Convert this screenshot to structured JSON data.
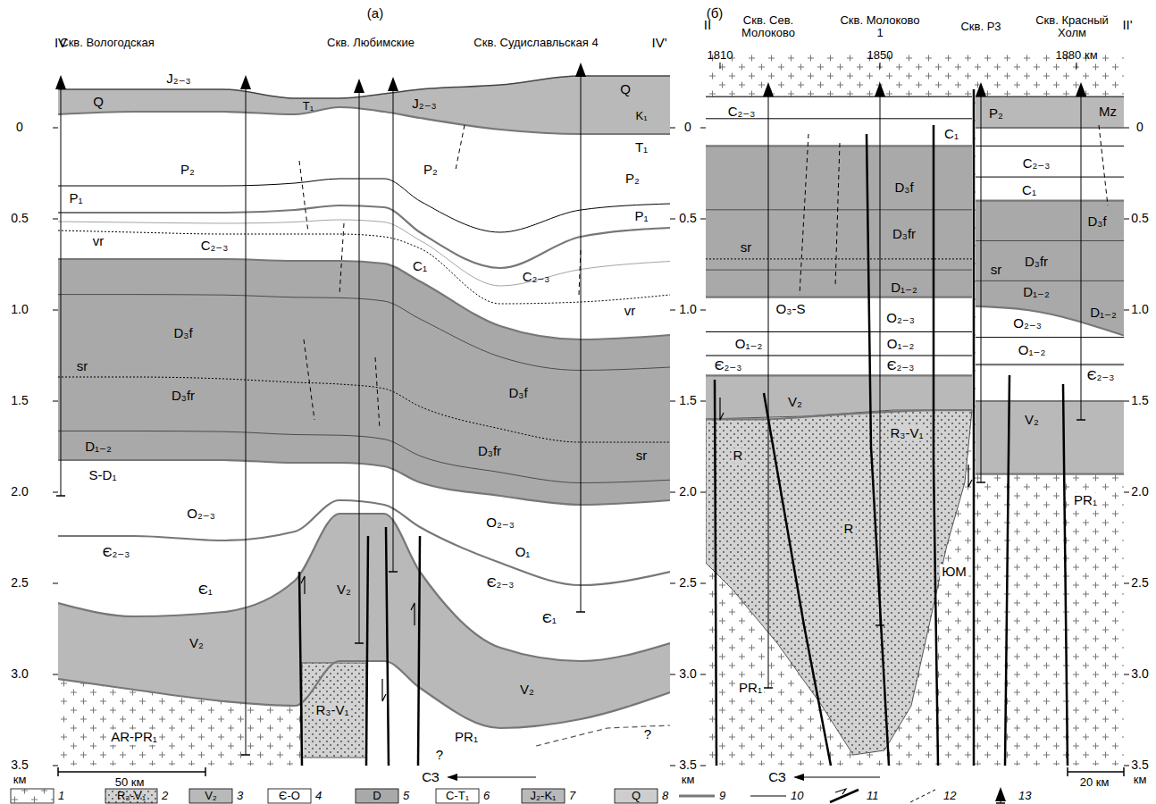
{
  "diagram": {
    "labels": [
      "(а)",
      "IV",
      "IV'",
      "Скв. Вологодская",
      "Скв. Любимские",
      "Скв. Судиславльская 4",
      "Q",
      "J₂₋₃",
      "T₁",
      "J₂₋₃",
      "Q",
      "K₁",
      "T₁",
      "P₂",
      "P₁",
      "vr",
      "C₂₋₃",
      "C₁",
      "P₂",
      "P₂",
      "P₁",
      "C₂₋₃",
      "vr",
      "D₃f",
      "sr",
      "D₃fr",
      "D₃f",
      "D₃fr",
      "sr",
      "D₁₋₂",
      "S-D₁",
      "O₂₋₃",
      "O₂₋₃",
      "Є₂₋₃",
      "O₁",
      "Є₂₋₃",
      "Є₁",
      "Є₁",
      "V₂",
      "V₂",
      "V₂",
      "R₃-V₁",
      "AR-PR₁",
      "PR₁",
      "?",
      "?",
      "50 км",
      "СЗ",
      "(б)",
      "II",
      "II'",
      "Скв. Сев. Молоково",
      "Скв. Молоково 1",
      "Скв. Р3",
      "Скв. Красный Холм",
      "1810",
      "1850",
      "1880 км",
      "C₂₋₃",
      "C₁",
      "P₂",
      "Mz",
      "C₂₋₃",
      "C₁",
      "D₃f",
      "D₃f",
      "sr",
      "D₃fr",
      "sr",
      "D₃fr",
      "D₁₋₂",
      "D₁₋₂",
      "O₃-S",
      "O₂₋₃",
      "O₂₋₃",
      "D₁₋₂",
      "O₁₋₂",
      "O₁₋₂",
      "O₁₋₂",
      "Є₂₋₃",
      "Є₂₋₃",
      "Є₂₋₃",
      "V₂",
      "R₃-V₁",
      "V₂",
      "R",
      "R",
      "ЮМ",
      "PR₁",
      "PR₁",
      "СЗ",
      "20 км",
      "R₃-V₁",
      "V₂",
      "Є-O",
      "D",
      "C-T₁",
      "J₂-K₁",
      "Q",
      "0",
      "0.5",
      "1.0",
      "1.5",
      "2.0",
      "2.5",
      "3.0",
      "3.5",
      "км",
      "0",
      "0.5",
      "1.0",
      "1.5",
      "2.0",
      "2.5",
      "3.0",
      "3.5",
      "км",
      "0",
      "0.5",
      "1.0",
      "1.5",
      "2.0",
      "2.5",
      "3.0",
      "3.5",
      "км"
    ],
    "legend": [
      {
        "text": "1"
      },
      {
        "text": "2"
      },
      {
        "text": "3",
        "color": "#b9b9b9"
      },
      {
        "text": "4",
        "color": "#ffffff"
      },
      {
        "text": "5",
        "color": "#a9a9a9"
      },
      {
        "text": "6",
        "color": "#ffffff"
      },
      {
        "text": "7",
        "color": "#b9b9b9"
      },
      {
        "text": "8",
        "color": "#cdcdcd"
      },
      {
        "text": "9"
      },
      {
        "text": "10"
      },
      {
        "text": "11"
      },
      {
        "text": "12"
      },
      {
        "text": "13"
      }
    ]
  }
}
